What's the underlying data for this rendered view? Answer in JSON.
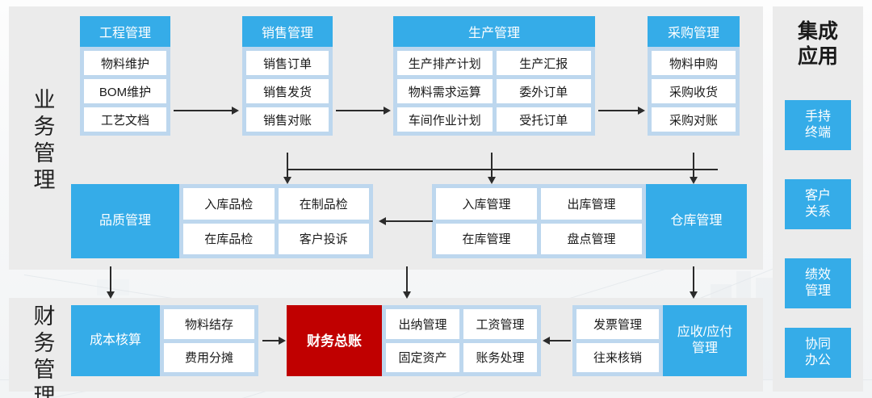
{
  "sections": {
    "business_label": "业务管理",
    "finance_label": "财务管理",
    "integration_title": "集成应用"
  },
  "business_cards": [
    {
      "title": "工程管理",
      "items": [
        "物料维护",
        "BOM维护",
        "工艺文档"
      ]
    },
    {
      "title": "销售管理",
      "items": [
        "销售订单",
        "销售发货",
        "销售对账"
      ]
    },
    {
      "title": "生产管理",
      "items": [
        "生产排产计划",
        "生产汇报",
        "物料需求运算",
        "委外订单",
        "车间作业计划",
        "受托订单"
      ]
    },
    {
      "title": "采购管理",
      "items": [
        "物料申购",
        "采购收货",
        "采购对账"
      ]
    }
  ],
  "quality_card": {
    "title": "品质管理",
    "items": [
      "入库品检",
      "在制品检",
      "在库品检",
      "客户投诉"
    ]
  },
  "warehouse_card": {
    "title": "仓库管理",
    "items": [
      "入库管理",
      "出库管理",
      "在库管理",
      "盘点管理"
    ]
  },
  "finance_cards": {
    "cost": {
      "title": "成本核算",
      "items": [
        "物料结存",
        "费用分摊"
      ]
    },
    "ledger": {
      "title": "财务总账"
    },
    "ledger_modules": {
      "items": [
        "出纳管理",
        "工资管理",
        "固定资产",
        "账务处理"
      ]
    },
    "receivable": {
      "title": "应收/应付管理",
      "items": [
        "发票管理",
        "往来核销"
      ]
    }
  },
  "integration_items": [
    "手持终端",
    "客户关系",
    "绩效管理",
    "协同办公"
  ],
  "colors": {
    "accent_blue": "#35ACE8",
    "light_blue": "#BDD7EE",
    "red": "#C00000",
    "panel_gray": "#EBEBEB",
    "cell_white": "#FFFFFF"
  }
}
